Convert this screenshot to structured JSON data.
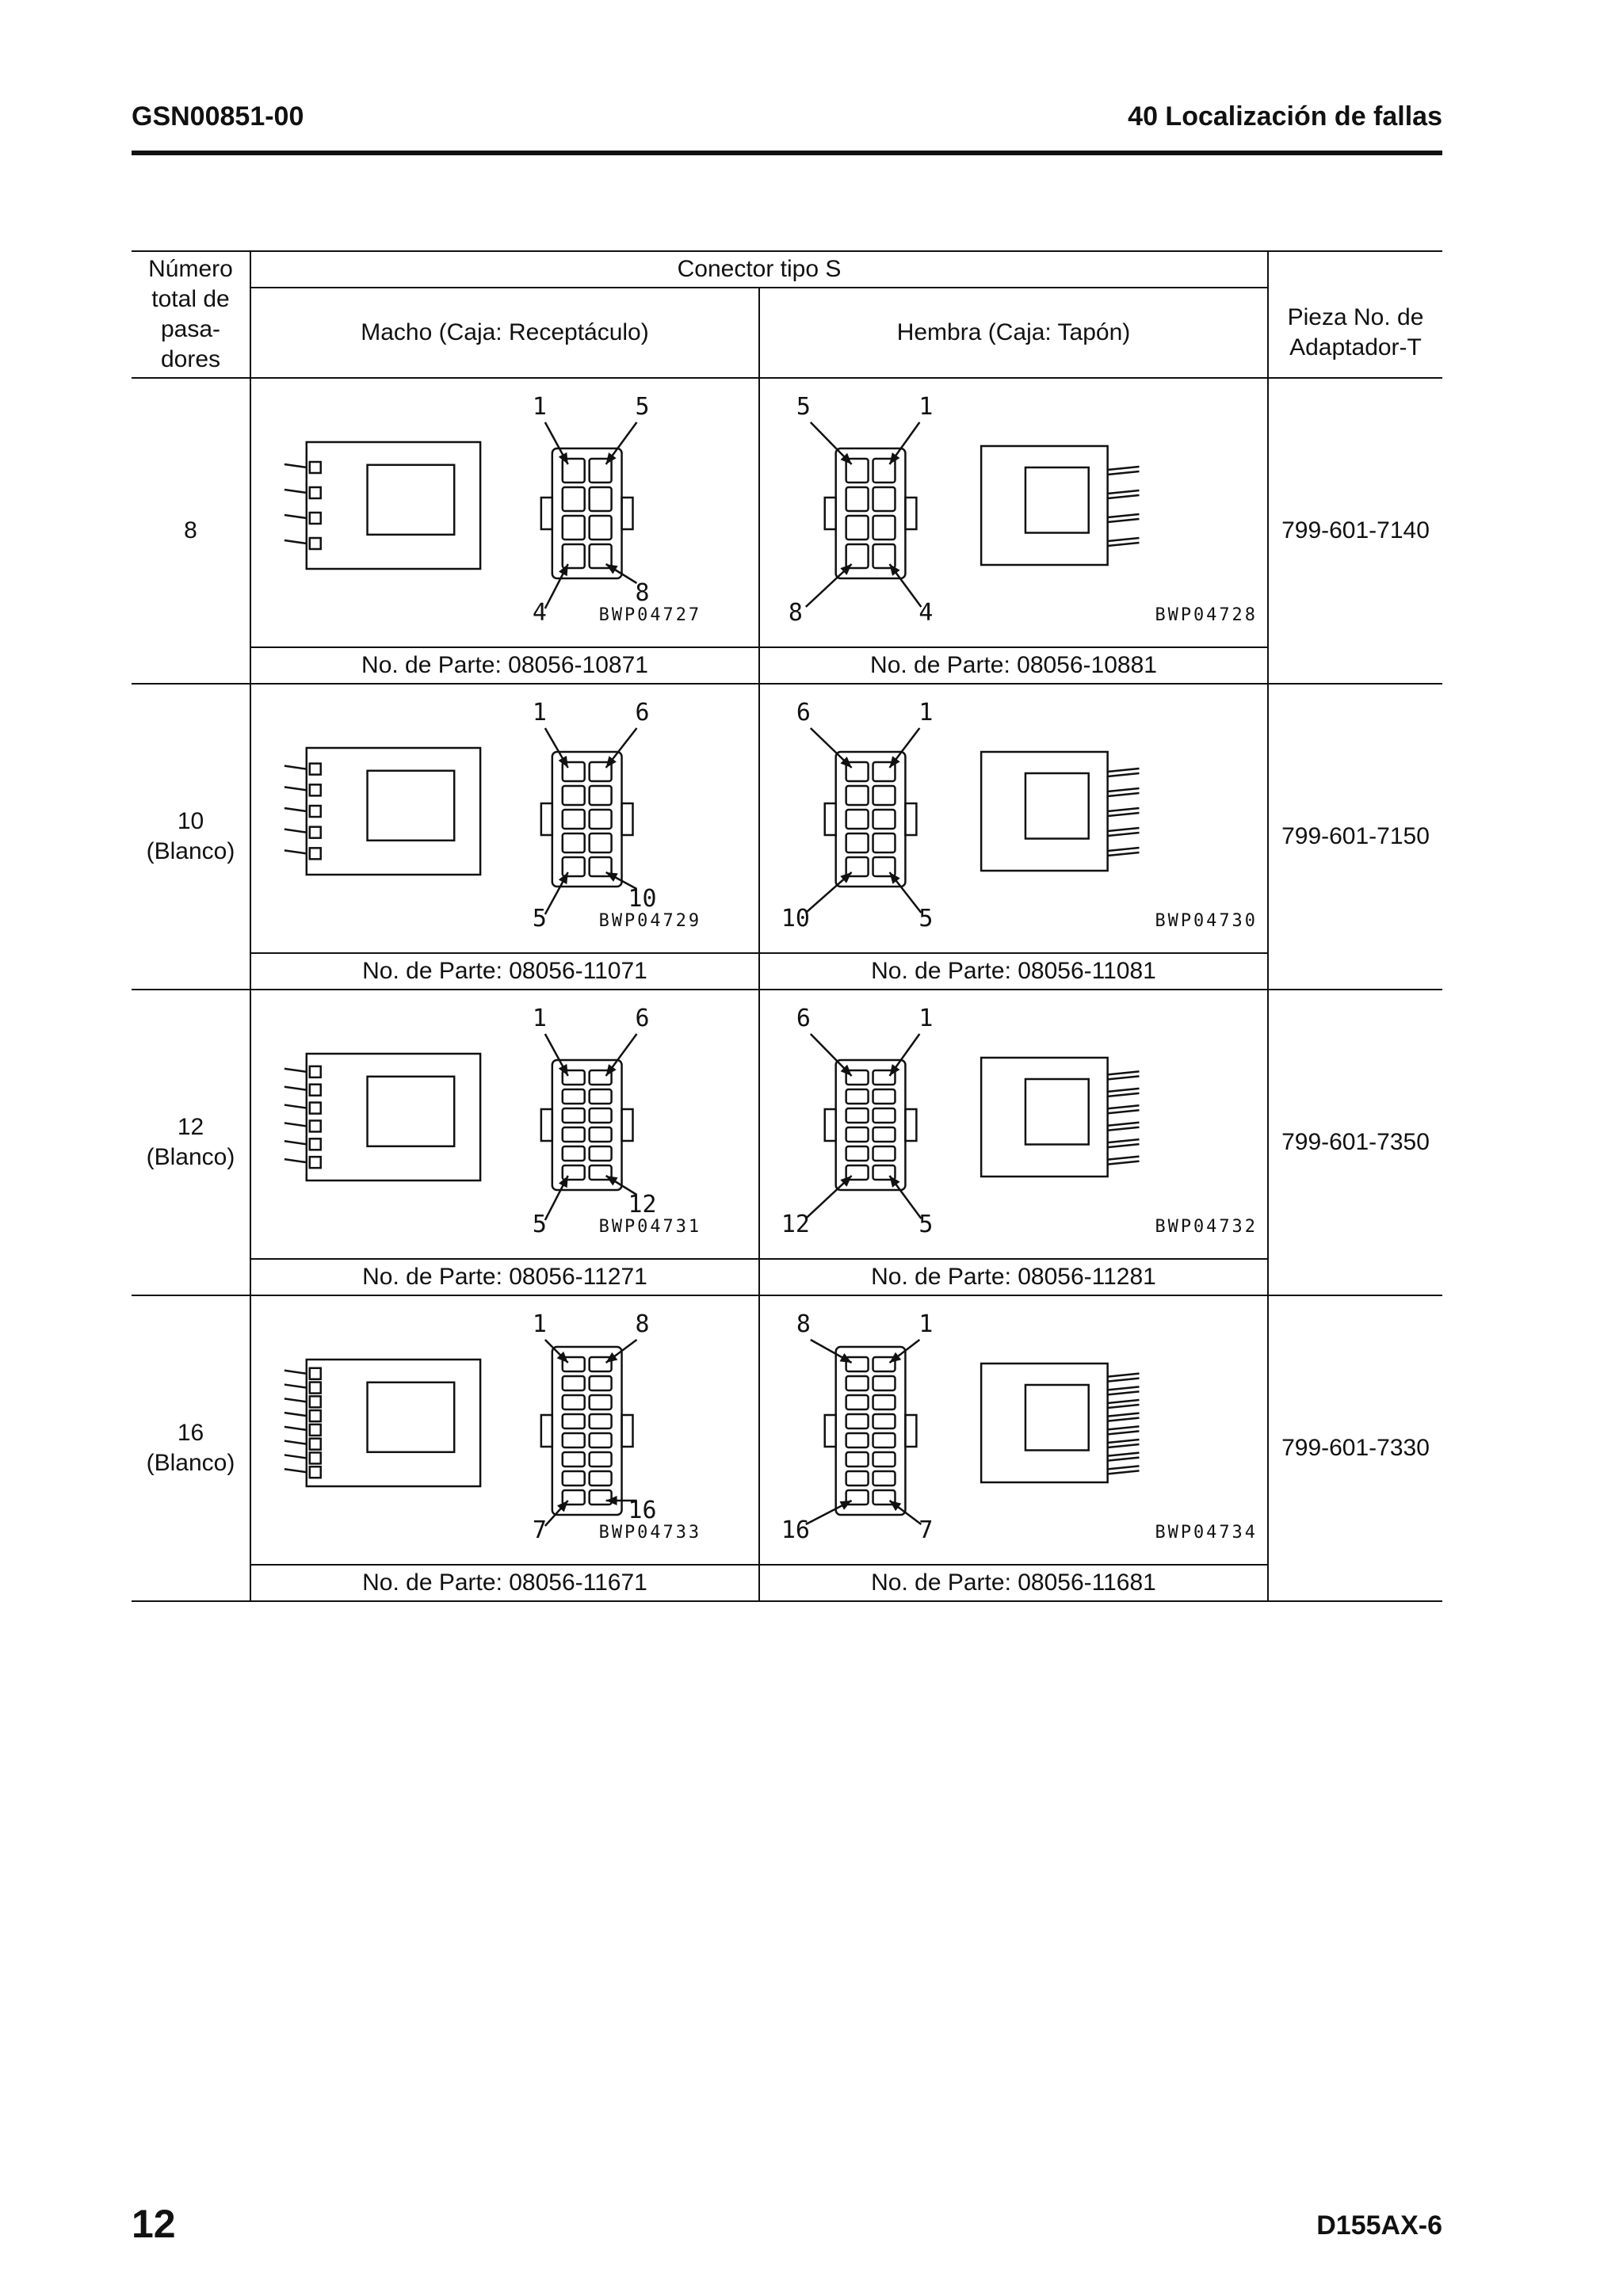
{
  "header": {
    "doc_code": "GSN00851-00",
    "section": "40 Localización de fallas"
  },
  "table": {
    "col_pins": "Número total de pasa- dores",
    "col_pins_lines": [
      "Número",
      "total de",
      "pasa-",
      "dores"
    ],
    "group_header": "Conector tipo S",
    "col_male": "Macho (Caja: Receptáculo)",
    "col_female": "Hembra (Caja: Tapón)",
    "col_adapter_lines": [
      "Pieza No. de",
      "Adaptador-T"
    ],
    "rows": [
      {
        "pins": "8",
        "pins_sub": "",
        "male_part": "No. de Parte: 08056-10871",
        "female_part": "No. de Parte: 08056-10881",
        "adapter": "799-601-7140",
        "male_fig": {
          "top_left": "1",
          "top_right": "5",
          "bot_left": "4",
          "bot_right": "8",
          "code": "BWP04727"
        },
        "female_fig": {
          "top_left": "5",
          "top_right": "1",
          "bot_left": "8",
          "bot_right": "4",
          "code": "BWP04728"
        }
      },
      {
        "pins": "10",
        "pins_sub": "(Blanco)",
        "male_part": "No. de Parte: 08056-11071",
        "female_part": "No. de Parte: 08056-11081",
        "adapter": "799-601-7150",
        "male_fig": {
          "top_left": "1",
          "top_right": "6",
          "bot_left": "5",
          "bot_right": "10",
          "code": "BWP04729"
        },
        "female_fig": {
          "top_left": "6",
          "top_right": "1",
          "bot_left": "10",
          "bot_right": "5",
          "code": "BWP04730"
        }
      },
      {
        "pins": "12",
        "pins_sub": "(Blanco)",
        "male_part": "No. de Parte: 08056-11271",
        "female_part": "No. de Parte: 08056-11281",
        "adapter": "799-601-7350",
        "male_fig": {
          "top_left": "1",
          "top_right": "6",
          "bot_left": "5",
          "bot_right": "12",
          "code": "BWP04731"
        },
        "female_fig": {
          "top_left": "6",
          "top_right": "1",
          "bot_left": "12",
          "bot_right": "5",
          "code": "BWP04732"
        }
      },
      {
        "pins": "16",
        "pins_sub": "(Blanco)",
        "male_part": "No. de Parte: 08056-11671",
        "female_part": "No. de Parte: 08056-11681",
        "adapter": "799-601-7330",
        "male_fig": {
          "top_left": "1",
          "top_right": "8",
          "bot_left": "7",
          "bot_right": "16",
          "code": "BWP04733"
        },
        "female_fig": {
          "top_left": "8",
          "top_right": "1",
          "bot_left": "16",
          "bot_right": "7",
          "code": "BWP04734"
        }
      }
    ]
  },
  "footer": {
    "page": "12",
    "model": "D155AX-6"
  }
}
